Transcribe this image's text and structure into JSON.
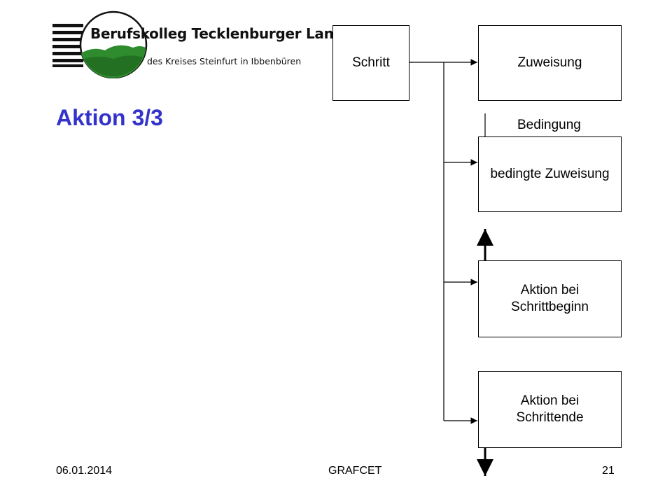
{
  "header": {
    "logo": {
      "line1": "Berufskolleg Tecklenburger Land",
      "line2": "des Kreises Steinfurt in Ibbenbüren"
    },
    "title": "Aktion 3/3"
  },
  "diagram": {
    "step_label": "Schritt",
    "actions": {
      "assignment": "Zuweisung",
      "conditional_assignment": "bedingte Zuweisung",
      "condition_label": "Bedingung",
      "action_on_step_start": "Aktion bei\nSchrittbeginn",
      "action_on_step_end": "Aktion bei\nSchrittende"
    }
  },
  "footer": {
    "date": "06.01.2014",
    "topic": "GRAFCET",
    "page_number": "21"
  },
  "colors": {
    "title": "#3333cc",
    "logo_green": "#2e8b2e",
    "lines": "#000000"
  }
}
